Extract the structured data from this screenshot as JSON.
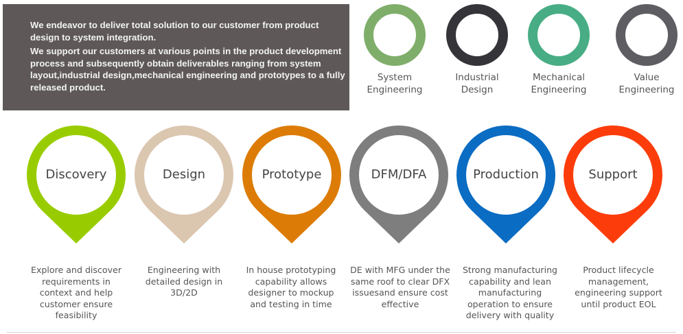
{
  "intro": {
    "paragraph1": "We endeavor to deliver total solution to our customer from product design to system integration.",
    "paragraph2": "We support our customers at various points in the product development process and subsequently obtain deliverables ranging from system layout,industrial design,mechanical engineering and prototypes to a fully released product."
  },
  "capabilities": [
    {
      "line1": "System",
      "line2": "Engineering",
      "color": "#7fae6a"
    },
    {
      "line1": "Industrial",
      "line2": "Design",
      "color": "#353539"
    },
    {
      "line1": "Mechanical",
      "line2": "Engineering",
      "color": "#48ad84"
    },
    {
      "line1": "Value",
      "line2": "Engineering",
      "color": "#5d5d62"
    }
  ],
  "stages": [
    {
      "title": "Discovery",
      "color": "#99cc00",
      "description": "Explore and discover requirements in context and help customer ensure feasibility"
    },
    {
      "title": "Design",
      "color": "#dbc6b0",
      "description": "Engineering with detailed design in 3D/2D"
    },
    {
      "title": "Prototype",
      "color": "#dc7c07",
      "description": "In house prototyping capability allows designer to  mockup and testing in time"
    },
    {
      "title": "DFM/DFA",
      "color": "#7e7e7e",
      "description": "DE with MFG under the same roof to clear DFX issuesand ensure cost effective"
    },
    {
      "title": "Production",
      "color": "#0a6cc2",
      "description": "Strong manufacturing capability and lean manufacturing operation to ensure delivery with quality"
    },
    {
      "title": "Support",
      "color": "#fc3d0b",
      "description": "Product lifecycle management, engineering support until product EOL"
    }
  ]
}
